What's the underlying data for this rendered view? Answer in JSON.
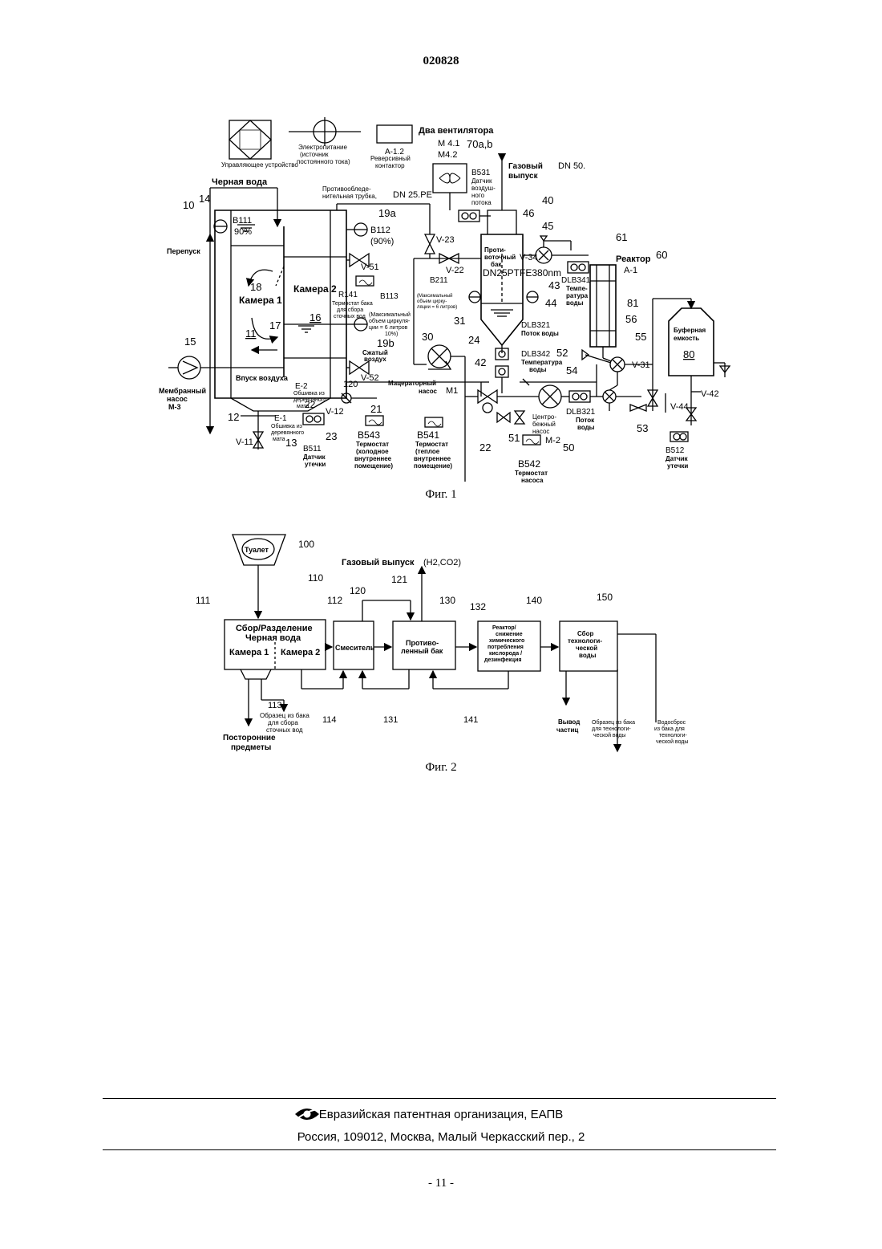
{
  "document_number": "020828",
  "fig1": {
    "caption": "Фиг. 1",
    "legend": {
      "control_device": "Управляющее устройство",
      "power_supply_1": "Электропитание",
      "power_supply_2": "(источник",
      "power_supply_3": "постоянного тока)",
      "contactor_code": "A-1.2",
      "contactor_label_1": "Реверсивный",
      "contactor_label_2": "контактор",
      "two_fans": "Два вентилятора"
    },
    "labels": {
      "m41": "M 4.1",
      "m42": "M4.2",
      "fan_ref": "70a,b",
      "b531": "B531",
      "airflow_1": "Датчик",
      "airflow_2": "воздуш-",
      "airflow_3": "ного",
      "airflow_4": "потока",
      "gas_outlet_1": "Газовый",
      "gas_outlet_2": "выпуск",
      "dn50": "DN 50.",
      "black_water": "Черная вода",
      "antiice_1": "Противообледе-",
      "antiice_2": "нительная трубка,",
      "dn25pe": "DN 25.PE",
      "ref10": "10",
      "ref14": "14",
      "b111": "B111",
      "p90": "90%",
      "bypass": "Перепуск",
      "ref19a": "19a",
      "b112": "B112",
      "b112p": "(90%)",
      "v23": "V-23",
      "v22": "V-22",
      "v51": "V-51",
      "ref18": "18",
      "chamber1": "Камера 1",
      "chamber2": "Камера 2",
      "ref11": "11",
      "ref17": "17",
      "ref16": "16",
      "r141": "R141",
      "r141_1": "Термостат бака",
      "r141_2": "для сбора",
      "r141_3": "сточных вод",
      "b113": "B113",
      "b113_1": "(Максимальный",
      "b113_2": "объем циркуля-",
      "b113_3": "ции = 6 литров",
      "b113_4": "10%)",
      "ref19b": "19b",
      "comp_air_1": "Сжатый",
      "comp_air_2": "воздух",
      "v52": "V-52",
      "air_inlet": "Впуск воздуха",
      "ref15": "15",
      "membrane_1": "Мембранный",
      "membrane_2": "насос",
      "membrane_3": "M-3",
      "e2": "E-2",
      "e2_1": "Обшивка из",
      "e2_2": "деревянного",
      "e2_3": "мата",
      "ref22a": "22",
      "v12": "V-12",
      "ref120": "120",
      "ref21": "21",
      "ref12": "12",
      "e1": "E-1",
      "e1_1": "Обшивка из",
      "e1_2": "деревянного",
      "e1_3": "мата",
      "v11": "V-11",
      "ref13": "13",
      "b511": "B511",
      "leak_1": "Датчик",
      "leak_2": "утечки",
      "ref23": "23",
      "b543": "B543",
      "therm_cold_1": "Термостат",
      "therm_cold_2": "(холодное",
      "therm_cold_3": "внутреннее",
      "therm_cold_4": "помещение)",
      "b541": "B541",
      "therm_warm_1": "Термостат",
      "therm_warm_2": "(теплое",
      "therm_warm_3": "внутреннее",
      "therm_warm_4": "помещение)",
      "b211": "B211",
      "b211_1": "(Максимальный",
      "b211_2": "объем цирку-",
      "b211_3": "ляции = 6 литров)",
      "ref31": "31",
      "ref30": "30",
      "ref24": "24",
      "macerator_1": "Мацераторный",
      "macerator_2": "насос",
      "m1": "M1",
      "ref40": "40",
      "ref46": "46",
      "ref45": "45",
      "cc_tank_1": "Проти-",
      "cc_tank_2": "воточный",
      "cc_tank_3": "бак",
      "v34": "V-34",
      "dn25ptfe": "DN25PTFE380nm",
      "ref43": "43",
      "ref44": "44",
      "dlb321a": "DLB321",
      "flow_a": "Поток воды",
      "ref42": "42",
      "dlb342": "DLB342",
      "temp_1": "Температура",
      "temp_2": "воды",
      "ref22b": "22",
      "ref51": "51",
      "centrifugal_1": "Центро-",
      "centrifugal_2": "бежный",
      "centrifugal_3": "насос",
      "m2": "M-2",
      "ref50": "50",
      "b542": "B542",
      "pump_therm_1": "Термостат",
      "pump_therm_2": "насоса",
      "dlb321b": "DLB321",
      "flow_b_1": "Поток",
      "flow_b_2": "воды",
      "ref52": "52",
      "ref54": "54",
      "ref53": "53",
      "ref61": "61",
      "reactor": "Реактор",
      "a1": "A-1",
      "ref60": "60",
      "dlb341": "DLB341",
      "temp2_1": "Темпе-",
      "temp2_2": "ратура",
      "temp2_3": "воды",
      "ref81": "81",
      "ref56": "56",
      "ref55": "55",
      "v31": "V-31",
      "buffer_1": "Буферная",
      "buffer_2": "емкость",
      "ref80": "80",
      "v42": "V-42",
      "v44": "V-44",
      "b512": "B512",
      "leak2_1": "Датчик",
      "leak2_2": "утечки"
    }
  },
  "fig2": {
    "caption": "Фиг. 2",
    "toilet": "Туалет",
    "ref100": "100",
    "gas_outlet": "Газовый выпуск",
    "gas_formula": "(H2,CO2)",
    "ref110": "110",
    "ref111": "111",
    "ref112": "112",
    "ref120": "120",
    "ref121": "121",
    "ref130": "130",
    "ref132": "132",
    "ref140": "140",
    "ref150": "150",
    "collection_1": "Сбор/Разделение",
    "collection_2": "Черная вода",
    "chamber1": "Камера 1",
    "chamber2": "Камера 2",
    "mixer": "Смеситель",
    "cc_tank_1": "Противо-",
    "cc_tank_2": "ленный бак",
    "reactor_1": "Реактор/",
    "reactor_2": "снижение",
    "reactor_3": "химического",
    "reactor_4": "потребления",
    "reactor_5": "кислорода /",
    "reactor_6": "дезинфекция",
    "process_1": "Сбор",
    "process_2": "технологи-",
    "process_3": "ческой",
    "process_4": "воды",
    "ref113": "113",
    "sample_1": "Образец из бака",
    "sample_2": "для сбора",
    "sample_3": "сточных вод",
    "foreign_1": "Посторонние",
    "foreign_2": "предметы",
    "ref114": "114",
    "ref131": "131",
    "ref141": "141",
    "particles_1": "Вывод",
    "particles_2": "частиц",
    "sample2_1": "Образец из бака",
    "sample2_2": "для технологи-",
    "sample2_3": "ческой воды",
    "drain_1": "Водосброс",
    "drain_2": "из бака для",
    "drain_3": "технологи-",
    "drain_4": "ческой воды"
  },
  "footer": {
    "organization": "Евразийская патентная организация, ЕАПВ",
    "address": "Россия, 109012, Москва, Малый Черкасский пер., 2"
  },
  "page_number": "- 11 -"
}
